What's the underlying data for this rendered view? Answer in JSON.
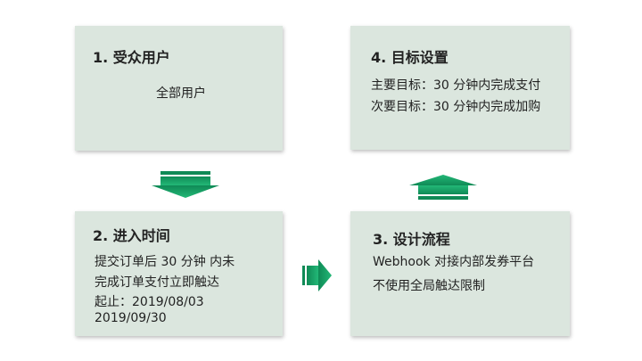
{
  "steps": [
    {
      "title": "1. 受众用户",
      "lines": [
        "全部用户"
      ]
    },
    {
      "title": "2. 进入时间",
      "lines": [
        "提交订单后 30 分钟 内未",
        "完成订单支付立即触达",
        "起止：2019/08/03",
        "2019/09/30"
      ]
    },
    {
      "title": "3. 设计流程",
      "lines": [
        "Webhook 对接内部发券平台",
        "不使用全局触达限制"
      ]
    },
    {
      "title": "4. 目标设置",
      "lines": [
        "主要目标：30 分钟内完成支付",
        "次要目标：30 分钟内完成加购"
      ]
    }
  ],
  "colors": {
    "box": "#dbe6de",
    "arrow": "#1aa16a"
  }
}
